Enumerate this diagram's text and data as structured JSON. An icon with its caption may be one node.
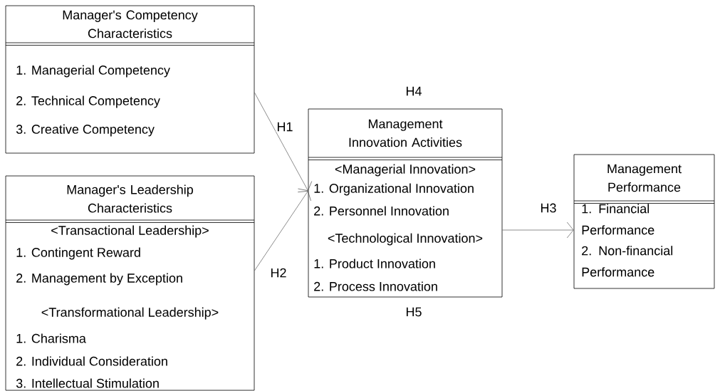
{
  "diagram": {
    "nodes": [
      {
        "text": [
          "Manager's Competency Characteristics",
          "1. Managerial Competency",
          "2. Technical Competency",
          "3. Creative Competency"
        ]
      },
      {
        "text": [
          "Manager's Leadership Characteristics",
          "<Transactional Leadership>",
          "1. Contingent Reward",
          "2. Management by Exception",
          "<Transformational Leadership>",
          "1. Charisma",
          "2. Individual Consideration",
          "3. Intellectual Stimulation"
        ]
      },
      {
        "text": [
          "Management Innovation Activities",
          "<Managerial Innovation>",
          "1. Organizational Innovation",
          "2. Personnel Innovation",
          "<Technological Innovation>",
          "1. Product Innovation",
          "2. Process Innovation"
        ]
      },
      {
        "text": [
          "Management Performance",
          "1. Financial Performance",
          "2. Non-financial Performance"
        ]
      }
    ],
    "edges": [
      {
        "from": 0,
        "to": 2,
        "arrow": "to",
        "label": "H1"
      },
      {
        "from": 1,
        "to": 2,
        "arrow": "to",
        "label": "H2"
      },
      {
        "from": 2,
        "to": 3,
        "arrow": "to",
        "label": "H3"
      }
    ],
    "labels": [
      "H4",
      "H5"
    ]
  }
}
